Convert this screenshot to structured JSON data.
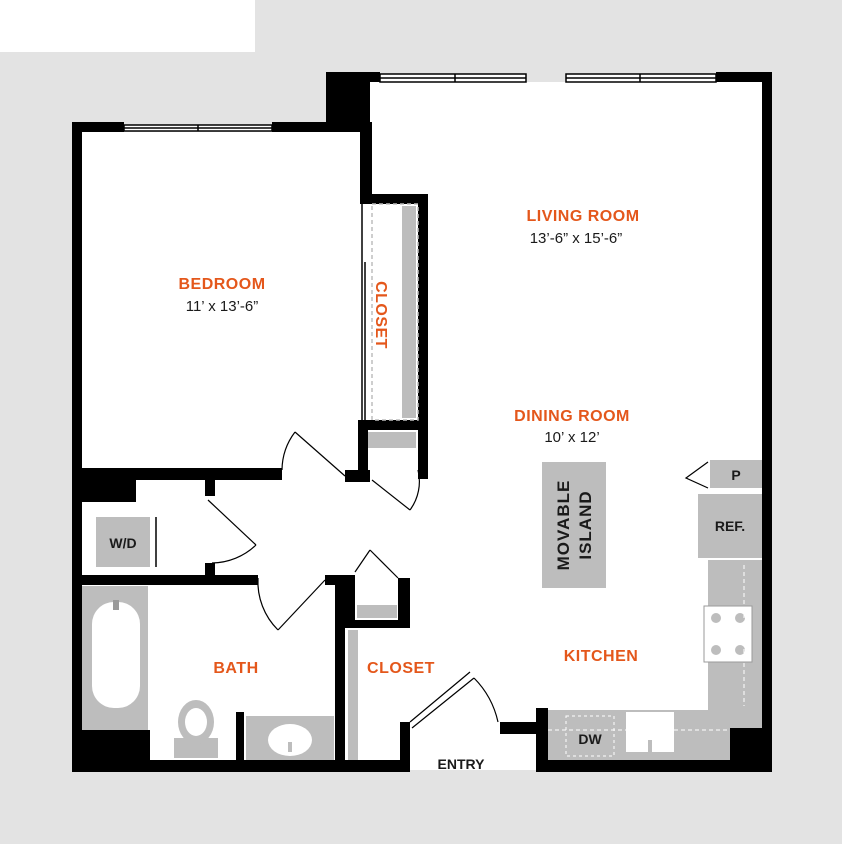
{
  "rooms": {
    "living": {
      "name": "LIVING ROOM",
      "dims": "13’-6” x  15’-6”"
    },
    "bedroom": {
      "name": "BEDROOM",
      "dims": "11’ x 13’-6”"
    },
    "dining": {
      "name": "DINING ROOM",
      "dims": "10’ x 12’"
    },
    "bedroom_closet": {
      "name": "CLOSET"
    },
    "entry_closet": {
      "name": "CLOSET"
    },
    "bath": {
      "name": "BATH"
    },
    "kitchen": {
      "name": "KITCHEN"
    },
    "entry": {
      "name": "ENTRY"
    }
  },
  "fixtures": {
    "island_line1": "MOVABLE",
    "island_line2": "ISLAND",
    "washer_dryer": "W/D",
    "refrigerator": "REF.",
    "pantry": "P",
    "dishwasher": "DW"
  },
  "colors": {
    "wall": "#000000",
    "floor": "#ffffff",
    "background": "#e3e3e3",
    "fixture": "#bdbdbd",
    "room_label": "#e4571b"
  }
}
